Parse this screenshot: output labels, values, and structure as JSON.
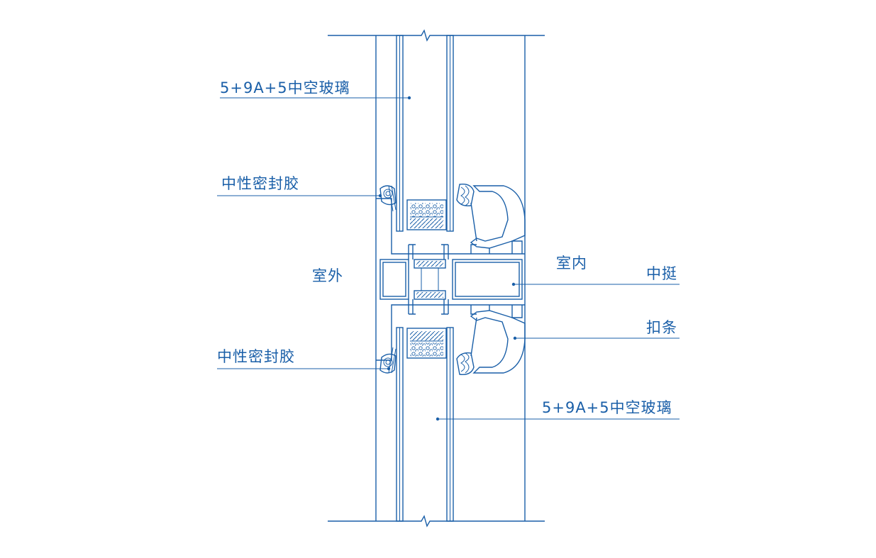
{
  "labels": {
    "glass_top": "5+9A+5中空玻璃",
    "sealant_top": "中性密封胶",
    "outdoor": "室外",
    "indoor": "室内",
    "mullion": "中挺",
    "bead": "扣条",
    "sealant_bottom": "中性密封胶",
    "glass_bottom": "5+9A+5中空玻璃"
  },
  "colors": {
    "line": "#1a5fa8",
    "background": "#ffffff"
  }
}
